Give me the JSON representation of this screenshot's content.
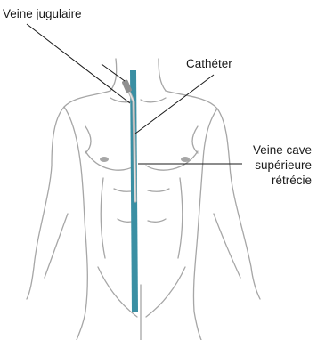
{
  "labels": {
    "jugular_vein": "Veine jugulaire",
    "catheter": "Cathéter",
    "svc_line1": "Veine cave",
    "svc_line2": "supérieure",
    "svc_line3": "rétrécie"
  },
  "colors": {
    "vein": "#3a8fa3",
    "body_outline": "#a6a6a6",
    "catheter": "#c8c8c8",
    "leader_line": "#1a1a1a",
    "text": "#1a1a1a"
  }
}
